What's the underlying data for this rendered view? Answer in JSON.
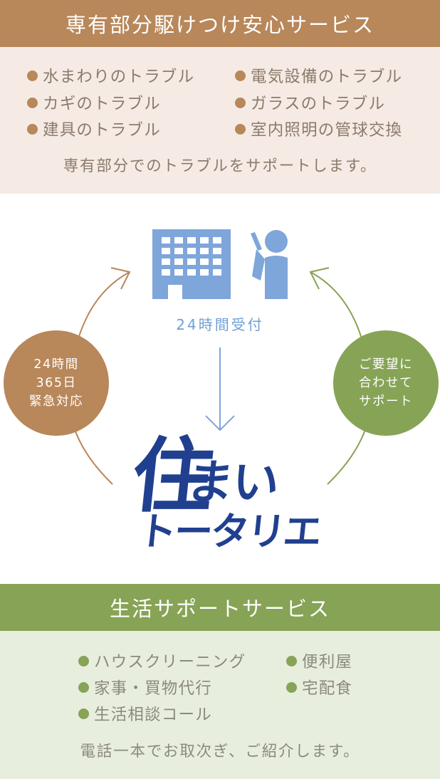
{
  "top": {
    "title": "専有部分駆けつけ安心サービス",
    "items": [
      "水まわりのトラブル",
      "電気設備のトラブル",
      "カギのトラブル",
      "ガラスのトラブル",
      "建具のトラブル",
      "室内照明の管球交換"
    ],
    "note": "専有部分でのトラブルをサポートします。"
  },
  "diagram": {
    "reception": "24時間受付",
    "left_circle": [
      "24時間",
      "365日",
      "緊急対応"
    ],
    "right_circle": [
      "ご要望に",
      "合わせて",
      "サポート"
    ],
    "logo_line1a": "住",
    "logo_line1b": "まい",
    "logo_line2": "トータリエ",
    "colors": {
      "brown": "#b8875a",
      "green": "#87a356",
      "blue": "#6f9fd6",
      "navy": "#20408f"
    }
  },
  "bottom": {
    "title": "生活サポートサービス",
    "items": [
      "ハウスクリーニング",
      "便利屋",
      "家事・買物代行",
      "宅配食",
      "生活相談コール"
    ],
    "note": "電話一本でお取次ぎ、ご紹介します。"
  }
}
